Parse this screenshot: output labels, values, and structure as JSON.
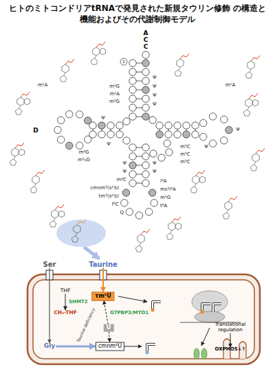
{
  "diagram": {
    "title": "ヒトのミトコンドリアtRNAで発見された新規タウリン修飾 の構造と機能およびその代謝制御モデル",
    "nodes": [
      {
        "text": [
          "Ser"
        ]
      },
      {
        "text": [
          "Taurine"
        ]
      },
      {
        "text": [
          "THF"
        ]
      },
      {
        "text": [
          "CH₂-THF"
        ]
      },
      {
        "text": [
          "Gly"
        ]
      },
      {
        "text": [
          "τm⁵U"
        ]
      },
      {
        "text": [
          "U"
        ]
      },
      {
        "text": [
          "cmnm⁵U"
        ]
      },
      {
        "text": [
          "Translational regulation"
        ]
      },
      {
        "text": [
          "OXPHOS↓↑"
        ]
      }
    ],
    "edges": [
      {
        "from": 0,
        "to": 4,
        "arrow": "to"
      },
      {
        "from": 1,
        "to": 5,
        "arrow": "to"
      },
      {
        "from": 2,
        "to": 3,
        "label": "SHMT2",
        "arrow": "to"
      },
      {
        "from": 6,
        "to": 5,
        "label": "GTPBP3/MTO1",
        "arrow": "to"
      },
      {
        "from": 6,
        "to": 7,
        "arrow": "to"
      },
      {
        "from": 4,
        "to": 7,
        "arrow": "to"
      },
      {
        "from": 8,
        "to": 9,
        "arrow": "to"
      }
    ],
    "labels": [
      "A",
      "C",
      "C",
      "1",
      "m¹G",
      "m¹A",
      "m²G",
      "Ψ",
      "Ψ",
      "Ψ",
      "Ψ",
      "m¹A",
      "m¹A",
      "Ψ",
      "D",
      "Ψ",
      "Ψ",
      "m⁵C",
      "m⁵C",
      "m⁵C",
      "Ψ",
      "m²G",
      "m²₂G",
      "Ψ",
      "Ψ",
      "Ψ",
      "Ψ",
      "m³C",
      "i⁶A",
      "cmnm⁵(s²)U",
      "ms²i⁶A",
      "tm⁵(s²)U",
      "m¹G",
      "f⁵C",
      "t⁶A",
      "Q",
      "Taurine deficiency"
    ]
  }
}
